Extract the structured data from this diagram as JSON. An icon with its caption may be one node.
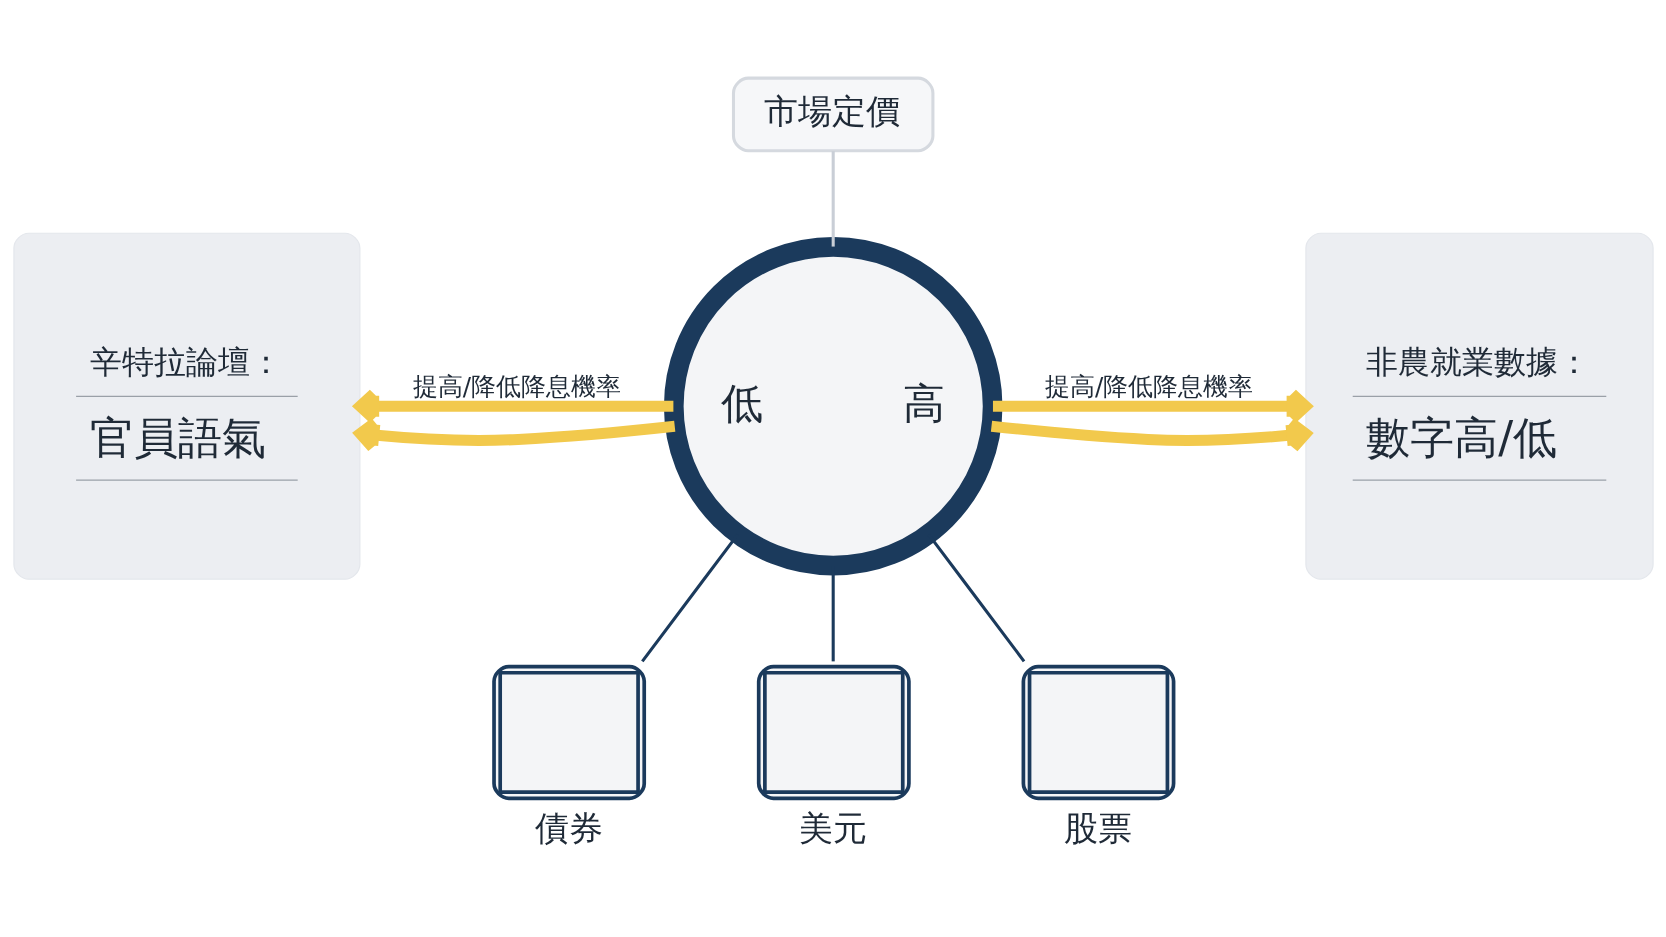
{
  "diagram": {
    "nodes": [
      {
        "text": [
          "市場定價"
        ]
      },
      {
        "text": [
          "辛特拉論壇：",
          "官員語氣"
        ]
      },
      {
        "text": [
          "低",
          "高"
        ]
      },
      {
        "text": [
          "非農就業數據：",
          "數字高/低"
        ]
      },
      {
        "text": [
          "債券"
        ]
      },
      {
        "text": [
          "美元"
        ]
      },
      {
        "text": [
          "股票"
        ]
      }
    ],
    "edges": [
      {
        "from": 0,
        "to": 2,
        "arrow": "none",
        "color": "#c9ced6"
      },
      {
        "from": 2,
        "to": 1,
        "arrow": "to",
        "style": "thick",
        "color": "#f2c94c",
        "label": "提高/降低降息機率"
      },
      {
        "from": 2,
        "to": 1,
        "arrow": "to",
        "style": "thick",
        "color": "#f2c94c"
      },
      {
        "from": 2,
        "to": 3,
        "arrow": "to",
        "style": "thick",
        "color": "#f2c94c",
        "label": "提高/降低降息機率"
      },
      {
        "from": 2,
        "to": 3,
        "arrow": "to",
        "style": "thick",
        "color": "#f2c94c"
      },
      {
        "from": 2,
        "to": 4,
        "arrow": "none",
        "color": "#1b3a5c"
      },
      {
        "from": 2,
        "to": 5,
        "arrow": "none",
        "color": "#1b3a5c"
      },
      {
        "from": 2,
        "to": 6,
        "arrow": "none",
        "color": "#1b3a5c"
      }
    ]
  }
}
